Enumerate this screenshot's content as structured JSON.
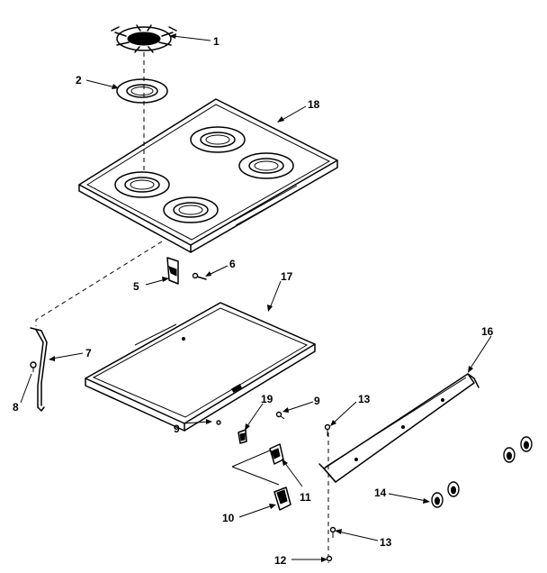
{
  "callouts": {
    "c1": "1",
    "c2": "2",
    "c5": "5",
    "c6": "6",
    "c7": "7",
    "c8": "8",
    "c9a": "9",
    "c9b": "9",
    "c10": "10",
    "c11": "11",
    "c12": "12",
    "c13a": "13",
    "c13b": "13",
    "c14": "14",
    "c16": "16",
    "c17": "17",
    "c18": "18",
    "c19": "19"
  }
}
